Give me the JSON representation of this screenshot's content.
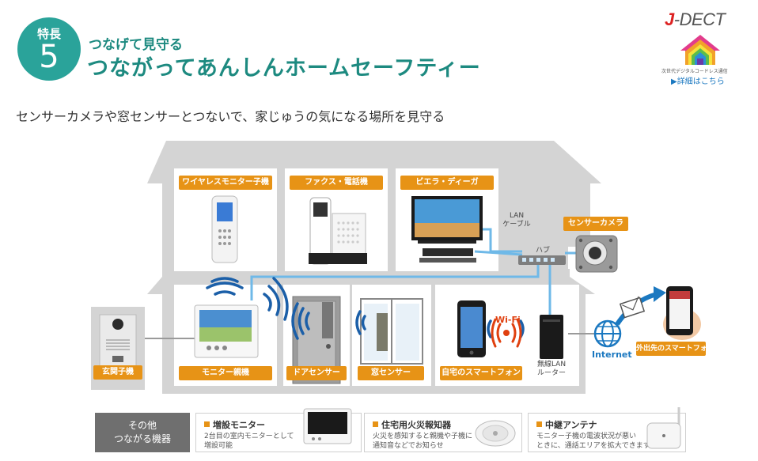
{
  "feature": {
    "label": "特長",
    "number": "5"
  },
  "subtitle": "つなげて見守る",
  "title": "つながってあんしんホームセーフティー",
  "lead": "センサーカメラや窓センサーとつないで、家じゅうの気になる場所を見守る",
  "logo": {
    "brand_prefix": "J",
    "brand_suffix": "-DECT",
    "caption": "次世代デジタルコードレス通信",
    "link": "▶詳細はこちら"
  },
  "devices": {
    "wireless_monitor": "ワイヤレスモニター子機",
    "fax_phone": "ファクス・電話機",
    "viera_diga": "ビエラ・ディーガ",
    "sensor_camera": "センサーカメラ",
    "entrance_unit": "玄関子機",
    "monitor_main": "モニター親機",
    "door_sensor": "ドアセンサー",
    "window_sensor": "窓センサー",
    "home_smartphone": "自宅のスマートフォン",
    "outside_smartphone": "外出先のスマートフォン"
  },
  "labels": {
    "lan_cable_1": "LAN",
    "lan_cable_2": "ケーブル",
    "hub": "ハブ",
    "wifi": "Wi-Fi",
    "router_1": "無線LAN",
    "router_2": "ルーター",
    "internet": "Internet"
  },
  "other": {
    "line1": "その他",
    "line2": "つながる機器"
  },
  "cards": [
    {
      "title": "増設モニター",
      "desc1": "2台目の室内モニターとして",
      "desc2": "増設可能"
    },
    {
      "title": "住宅用火災報知器",
      "desc1": "火災を感知すると親機や子機に",
      "desc2": "通知音などでお知らせ"
    },
    {
      "title": "中継アンテナ",
      "desc1": "モニター子機の電波状況が悪い",
      "desc2": "ときに、通話エリアを拡大できます。"
    }
  ],
  "colors": {
    "accent": "#1d8a80",
    "badge": "#2aa39a",
    "tag": "#e79316",
    "house": "#d4d4d4",
    "wire": "#6fb9e8",
    "wave": "#1b5fa8",
    "wifi": "#e0400f"
  }
}
